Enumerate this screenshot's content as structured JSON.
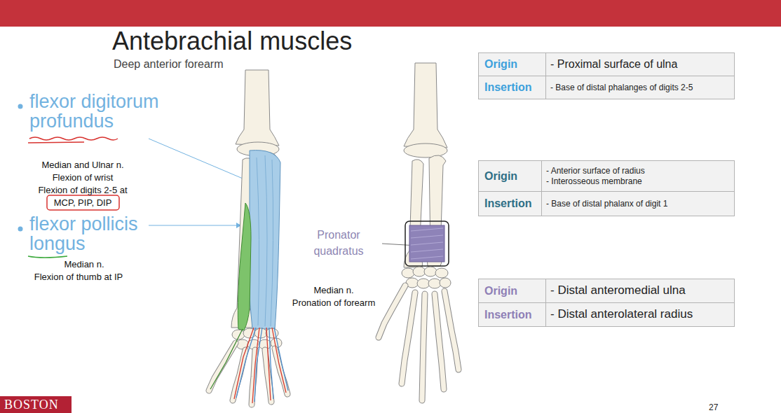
{
  "diagram": {
    "title": "Antebrachial muscles",
    "nodes": [
      {
        "text": [
          "Origin",
          "- Proximal surface of ulna",
          "Insertion",
          "- Base of distal phalanges of digits 2-5"
        ]
      },
      {
        "text": [
          "Origin",
          "- Anterior surface of radius",
          "- Interosseous membrane",
          "Insertion",
          "- Base of distal phalanx of digit 1"
        ]
      },
      {
        "text": [
          "Origin",
          "- Distal anteromedial ulna",
          "Insertion",
          "- Distal anterolateral radius"
        ]
      }
    ],
    "labels": [
      "Deep anterior forearm",
      "flexor digitorum profundus",
      "Median and Ulnar n.",
      "Flexion of wrist",
      "Flexion of digits 2-5 at",
      "MCP, PIP, DIP",
      "flexor pollicis longus",
      "Median n.",
      "Flexion of thumb at IP",
      "Pronator quadratus",
      "Median n.",
      "Pronation of forearm",
      "BOSTON",
      "27"
    ]
  }
}
